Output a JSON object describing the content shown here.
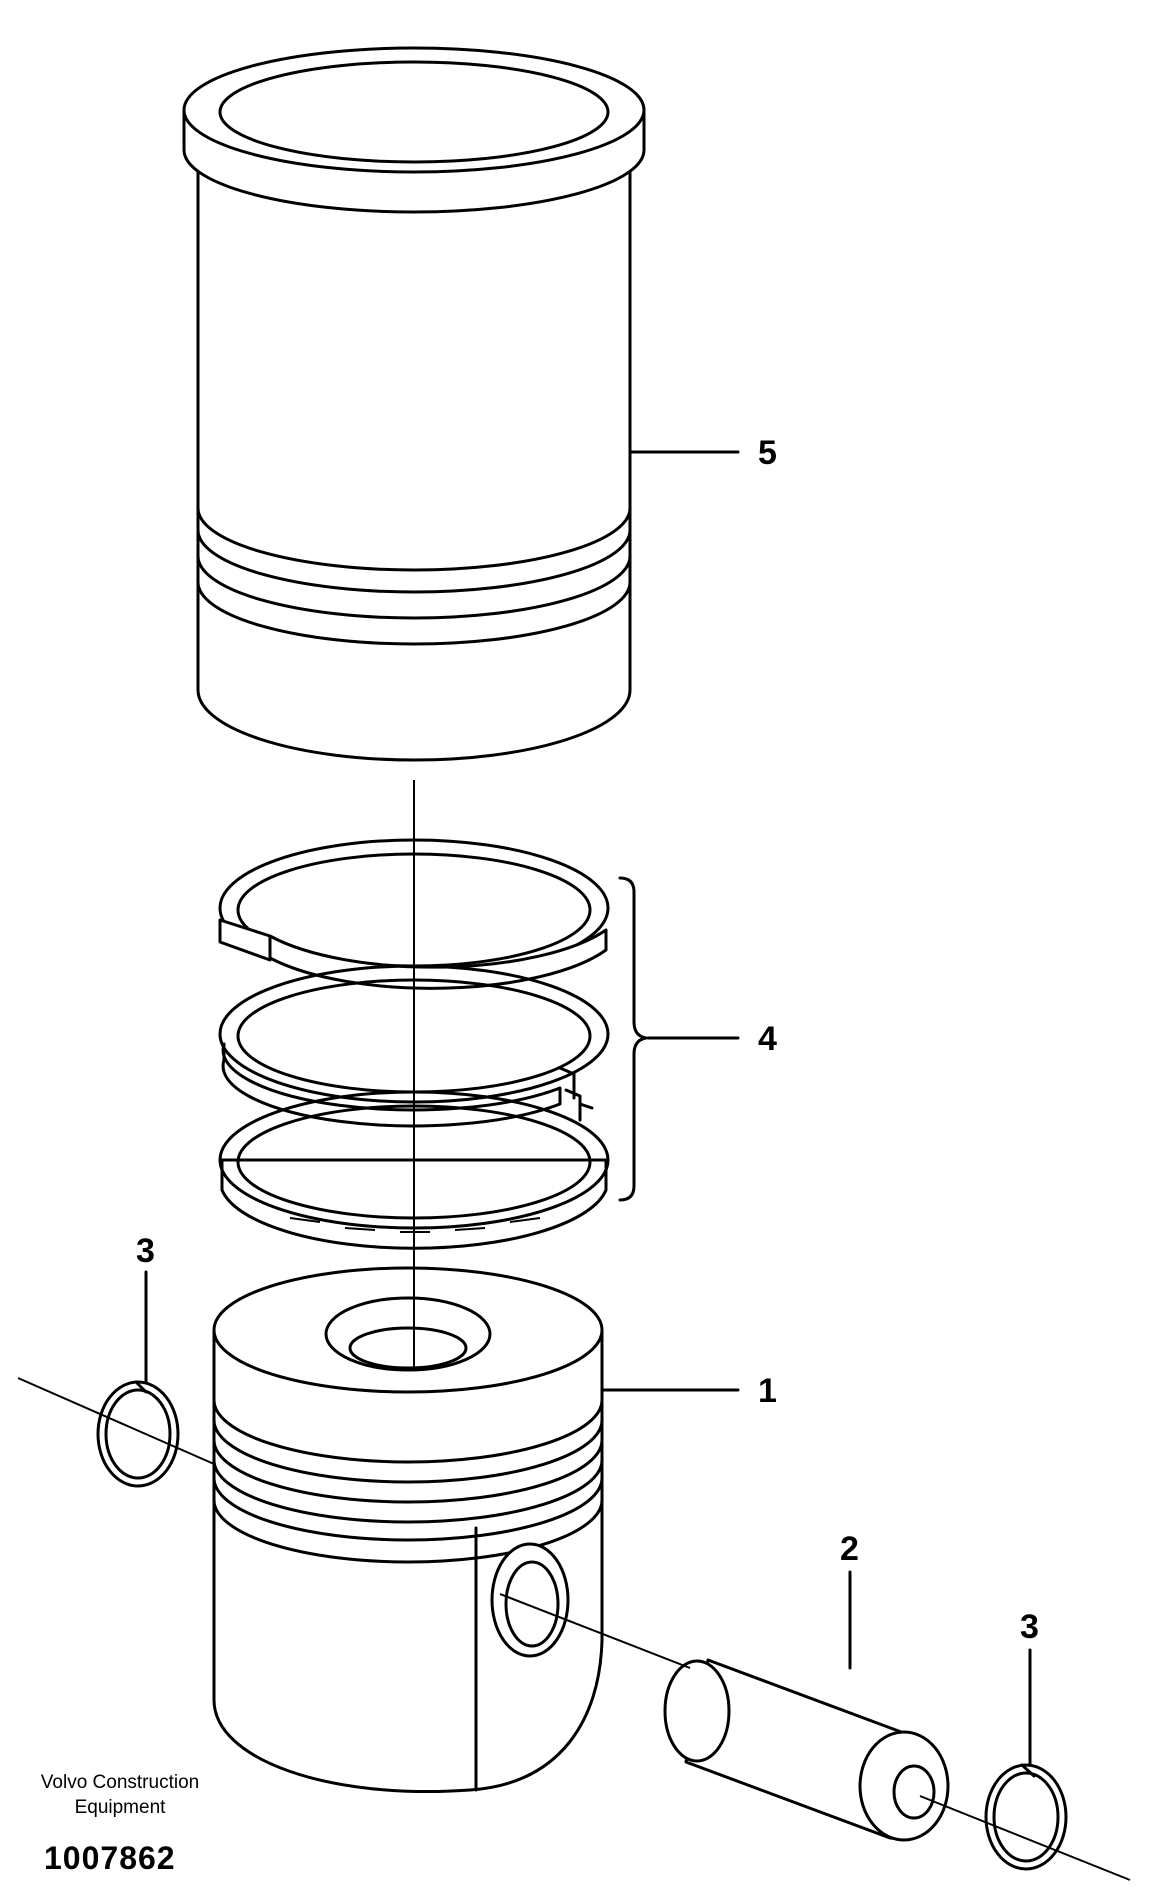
{
  "callouts": {
    "cylinder_liner": "5",
    "piston_ring_set": "4",
    "piston": "1",
    "piston_pin": "2",
    "circlip_left": "3",
    "circlip_right": "3"
  },
  "caption": {
    "line1": "Volvo Construction",
    "line2": "Equipment"
  },
  "drawing_number": "1007862"
}
